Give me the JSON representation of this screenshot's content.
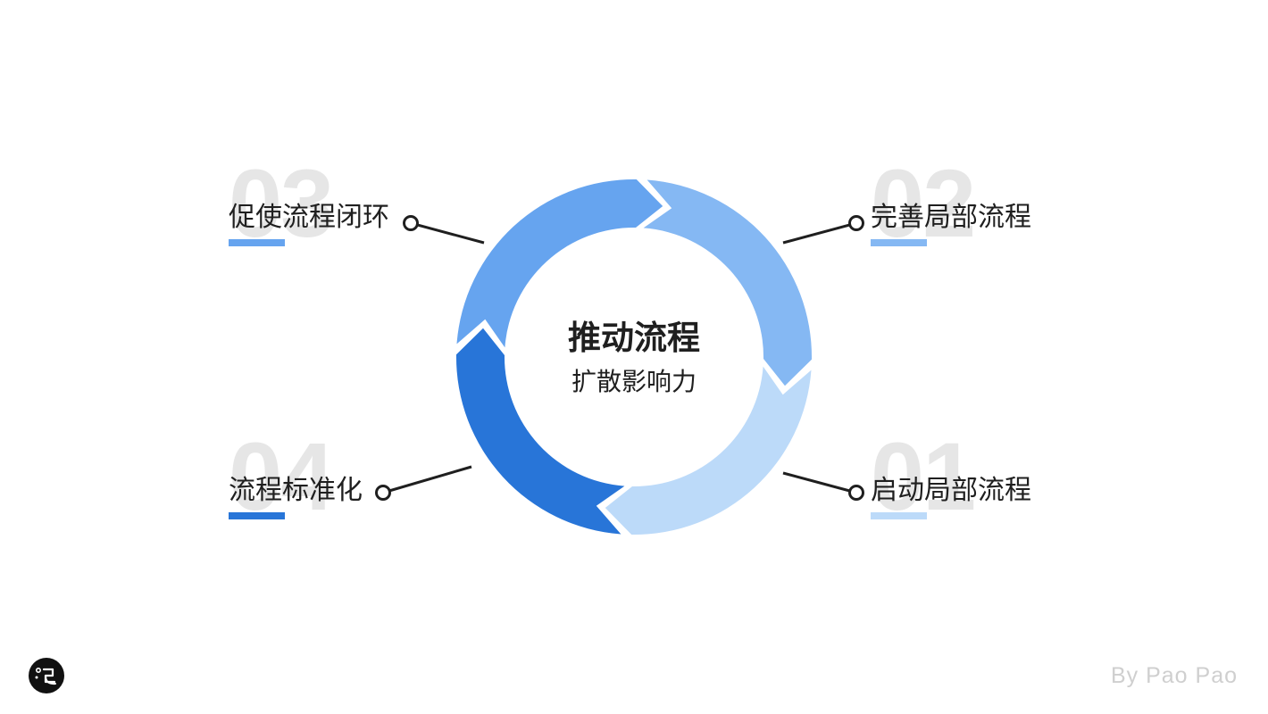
{
  "center": {
    "title": "推动流程",
    "subtitle": "扩散影响力"
  },
  "steps": [
    {
      "number": "01",
      "label": "启动局部流程",
      "color": "#bcdaf9"
    },
    {
      "number": "02",
      "label": "完善局部流程",
      "color": "#85b8f3"
    },
    {
      "number": "03",
      "label": "促使流程闭环",
      "color": "#66a4ef"
    },
    {
      "number": "04",
      "label": "流程标准化",
      "color": "#2875d8"
    }
  ],
  "connector_color": "#1f1f1f",
  "credit": "By Pao Pao",
  "logo_icon": "pao-pao-logo-icon"
}
